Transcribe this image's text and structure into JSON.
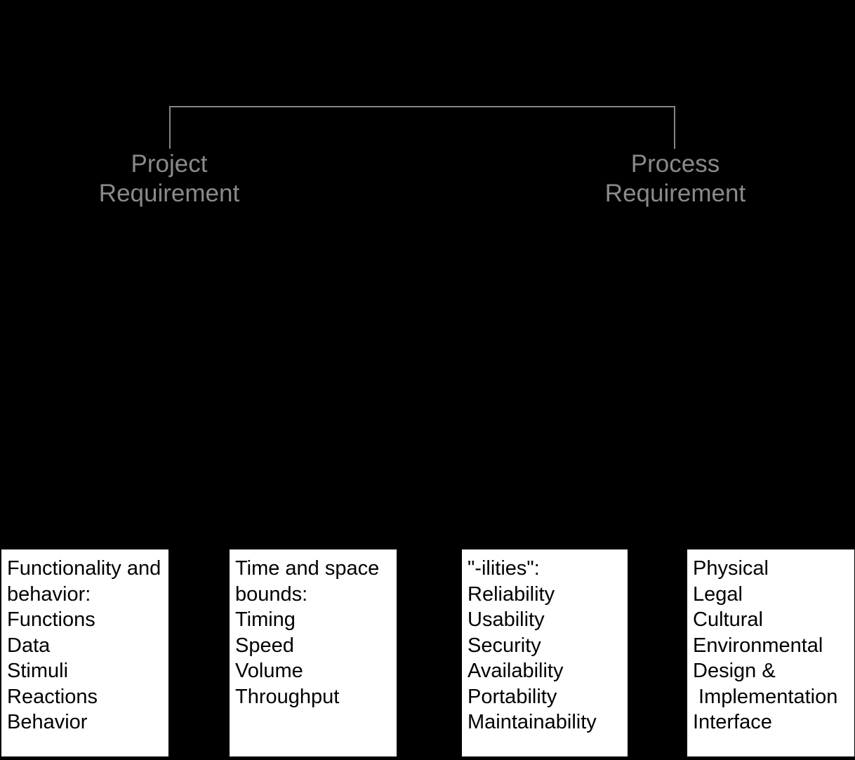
{
  "colors": {
    "background": "#000000",
    "connector": "#848484",
    "label_text": "#8a8a8a",
    "box_bg": "#ffffff",
    "box_text": "#000000"
  },
  "tree": {
    "left_label": {
      "line1": "Project",
      "line2": "Requirement"
    },
    "right_label": {
      "line1": "Process",
      "line2": "Requirement"
    }
  },
  "boxes": [
    {
      "lines": [
        "Functionality and",
        "behavior:",
        "Functions",
        "Data",
        "Stimuli",
        "Reactions",
        "Behavior"
      ]
    },
    {
      "lines": [
        "Time and space",
        "bounds:",
        "Timing",
        "Speed",
        "Volume",
        "Throughput"
      ]
    },
    {
      "lines": [
        "\"-ilities\":",
        "Reliability",
        "Usability",
        "Security",
        "Availability",
        "Portability",
        "Maintainability"
      ]
    },
    {
      "lines": [
        "Physical",
        "Legal",
        "Cultural",
        "Environmental",
        "Design &",
        " Implementation",
        "Interface"
      ]
    }
  ]
}
